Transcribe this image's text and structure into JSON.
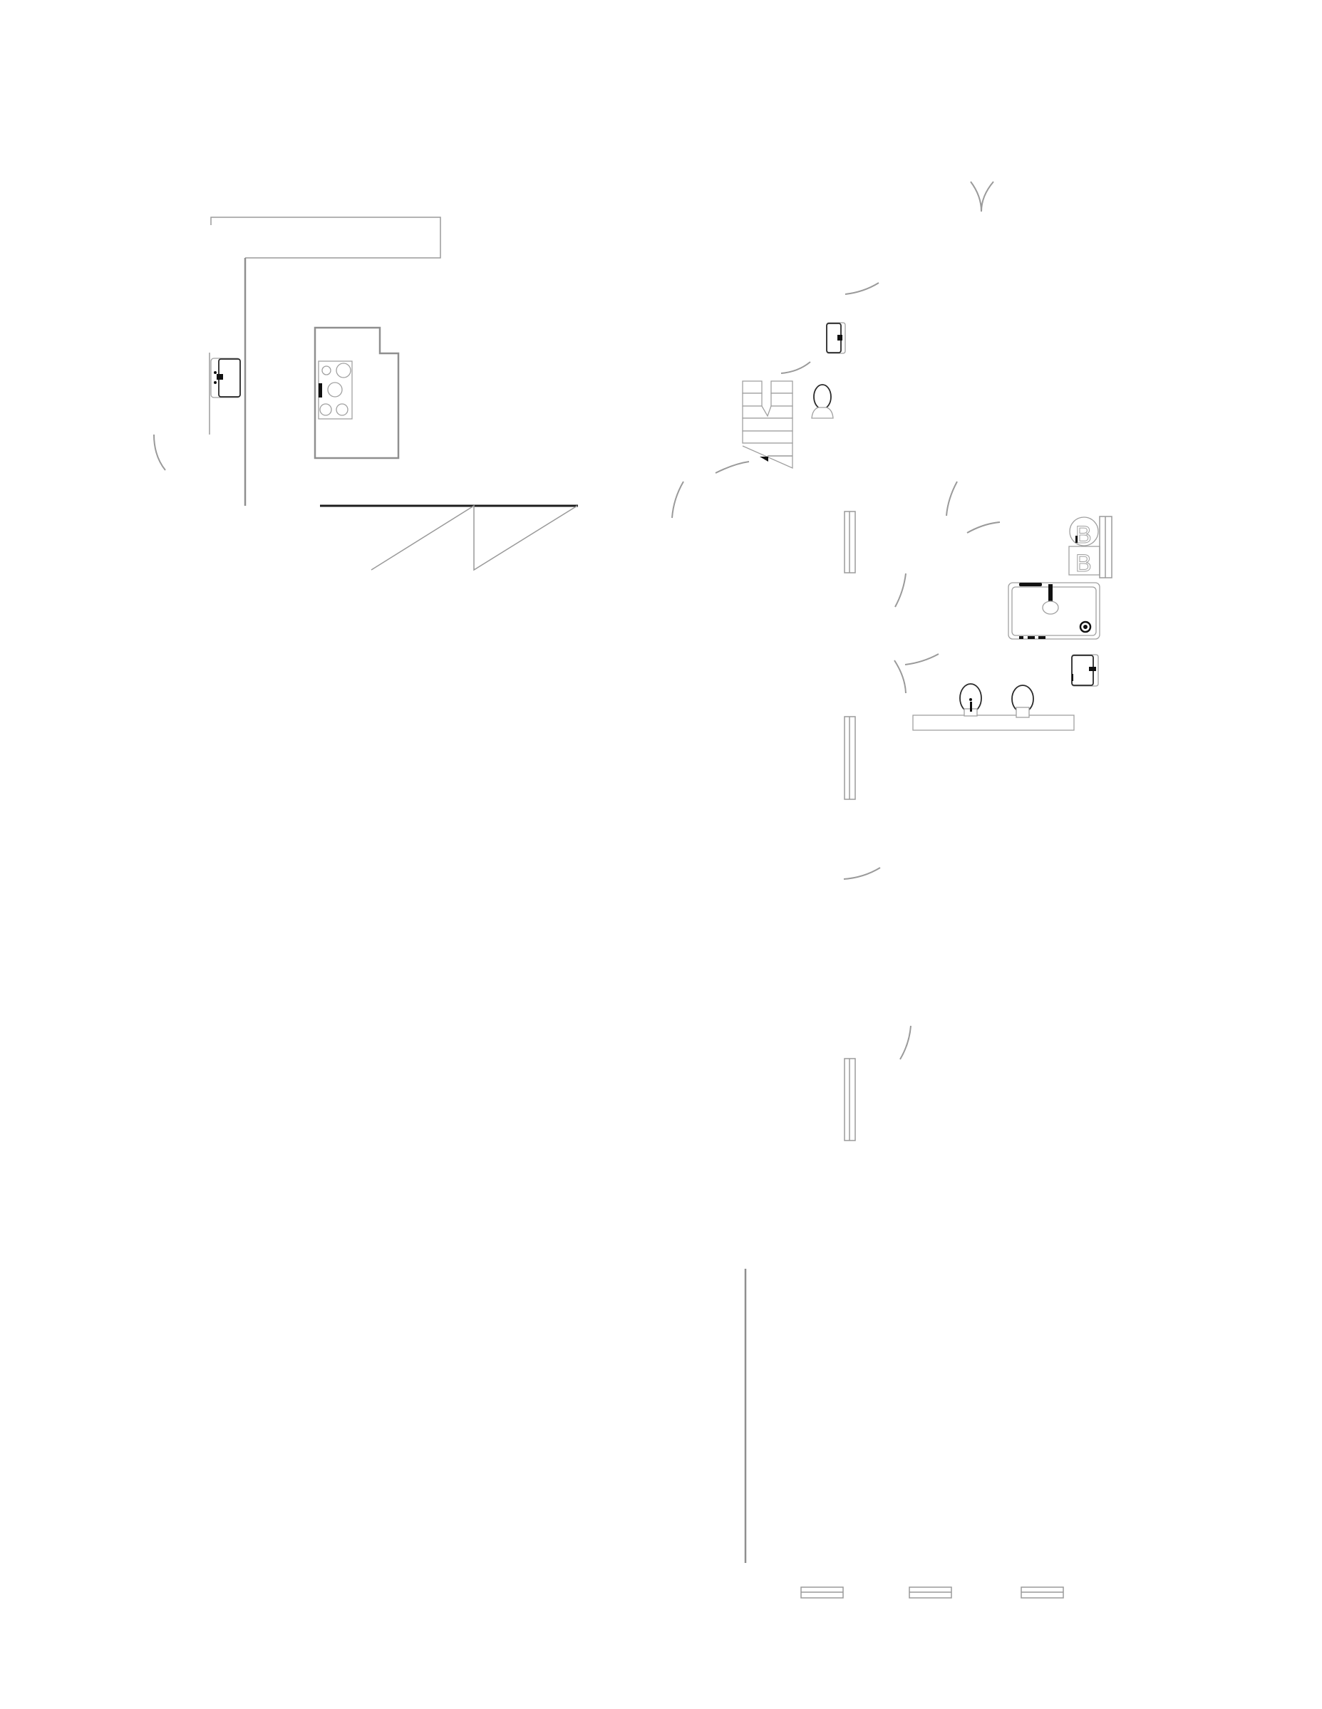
{
  "drawing": {
    "type": "architectural-floor-plan",
    "background": "#ffffff",
    "line_color": "#9a9a9a",
    "heavy_line_color": "#1e1e1e"
  },
  "fixtures": {
    "kitchen_sink": {
      "icon": "sink-icon"
    },
    "cooktop": {
      "icon": "cooktop-icon",
      "burners": 5
    },
    "stair": {
      "icon": "staircase-icon",
      "treads": 7
    },
    "wc_toilet": {
      "icon": "toilet-icon"
    },
    "wc_sink": {
      "icon": "sink-icon"
    },
    "washer": {
      "icon": "washer-icon",
      "letter": "B"
    },
    "dryer": {
      "icon": "dryer-icon",
      "letter": "B"
    },
    "bathtub": {
      "icon": "bathtub-icon"
    },
    "bath_sink": {
      "icon": "sink-icon"
    },
    "bidet": {
      "icon": "bidet-icon"
    },
    "bath_toilet": {
      "icon": "toilet-icon"
    }
  },
  "counts": {
    "door_swings": 13,
    "window_strips": 3,
    "bottom_window_marks": 3
  }
}
